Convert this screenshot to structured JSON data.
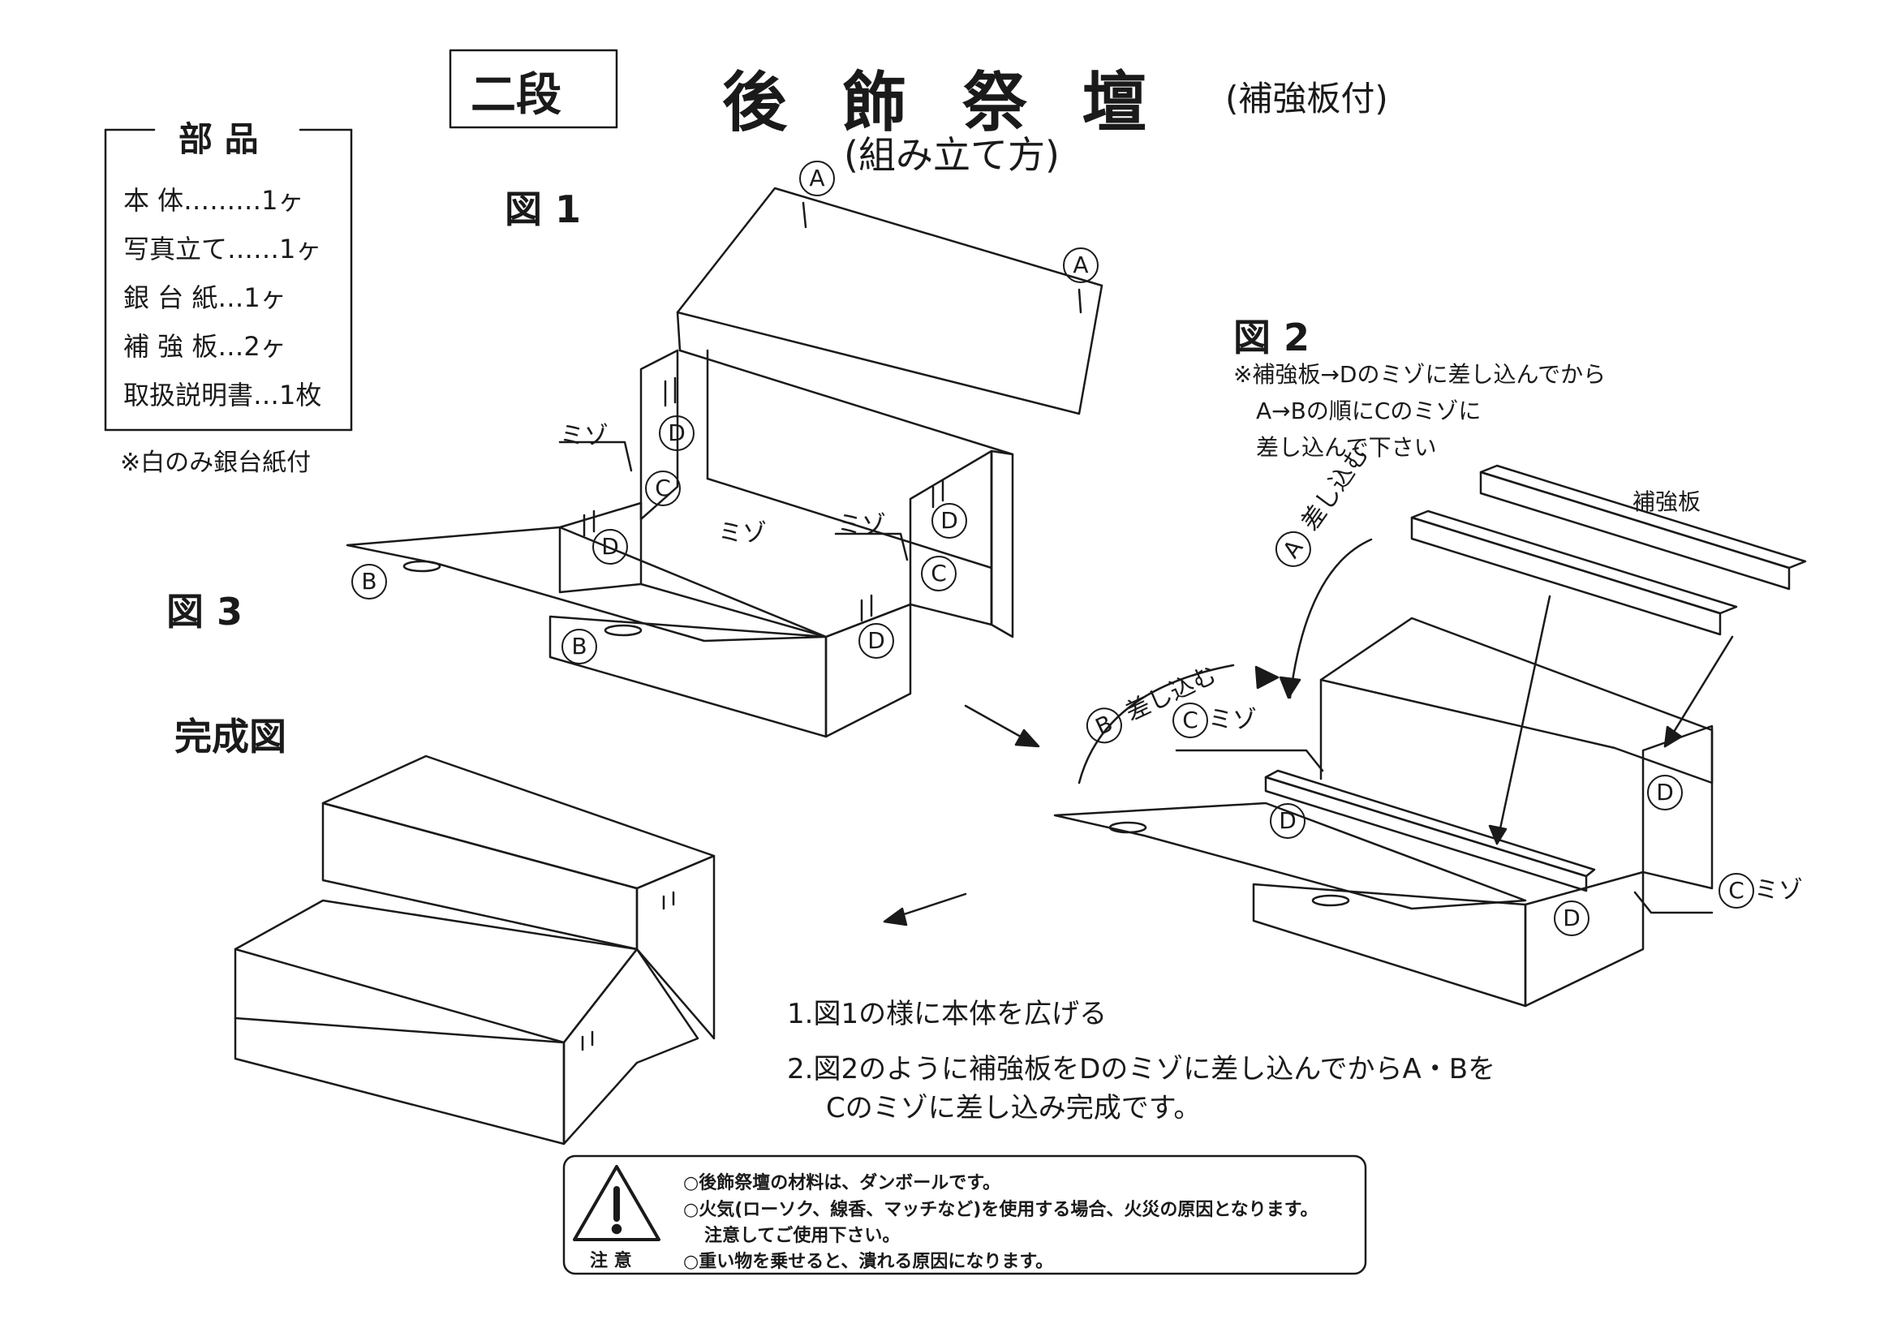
{
  "header": {
    "tag": "二段",
    "title": "後 飾 祭 壇",
    "title_suffix": "(補強板付)",
    "subtitle": "(組み立て方)"
  },
  "parts": {
    "title": "部 品",
    "items": [
      "本 体………1ヶ",
      "写真立て……1ヶ",
      "銀 台 紙…1ヶ",
      "補 強 板…2ヶ",
      "取扱説明書…1枚"
    ],
    "note": "※白のみ銀台紙付"
  },
  "fig1": {
    "label": "図 1",
    "mizo": "ミゾ",
    "mark_a": "A",
    "mark_b": "B",
    "mark_c": "C",
    "mark_d": "D"
  },
  "fig2": {
    "label": "図 2",
    "note_lines": [
      "※補強板→Dのミゾに差し込んでから",
      "A→Bの順にCのミゾに",
      "差し込んで下さい"
    ],
    "board_label": "補強板",
    "insert_a": "差し込む",
    "insert_b": "差し込む",
    "c_mizo": "ミゾ"
  },
  "fig3": {
    "label": "図 3"
  },
  "complete": {
    "label": "完成図"
  },
  "steps": [
    "1.図1の様に本体を広げる",
    "2.図2のように補強板をDのミゾに差し込んでからA・Bを",
    "Cのミゾに差し込み完成です。"
  ],
  "caution": {
    "label": "注 意",
    "lines": [
      "○後飾祭壇の材料は、ダンボールです。",
      "○火気(ローソク、線香、マッチなど)を使用する場合、火災の原因となります。",
      "注意してご使用下さい。",
      "○重い物を乗せると、潰れる原因になります。"
    ]
  }
}
